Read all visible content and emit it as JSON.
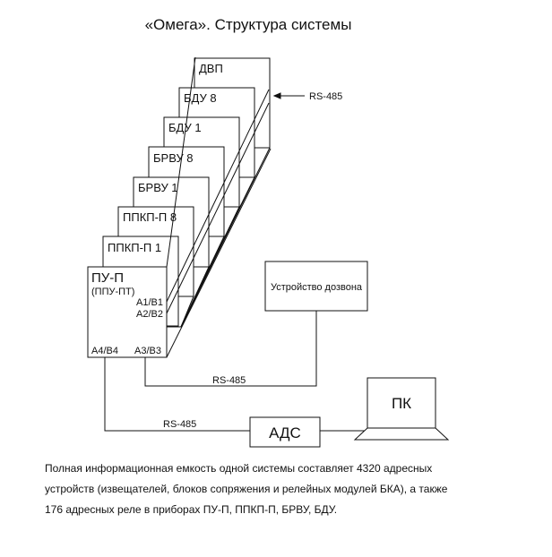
{
  "title": "«Омега». Структура  системы",
  "boxes": {
    "dvp": "ДВП",
    "bdu8": "БДУ 8",
    "bdu1": "БДУ 1",
    "brvu8": "БРВУ 8",
    "brvu1": "БРВУ 1",
    "ppkp8": "ППКП-П 8",
    "ppkp1": "ППКП-П 1",
    "pu_main": "ПУ-П",
    "pu_sub": "(ППУ-ПТ)"
  },
  "ports": {
    "a1b1": "А1/В1",
    "a2b2": "А2/В2",
    "a4b4": "А4/В4",
    "a3b3": "А3/В3"
  },
  "bus_labels": {
    "top": "RS-485",
    "middle": "RS-485",
    "bottom": "RS-485"
  },
  "devices": {
    "dialer": "Устройство дозвона",
    "ads": "АДС",
    "pc": "ПК"
  },
  "description": [
    "Полная информационная  емкость одной системы составляет 4320 адресных",
    "устройств (извещателей, блоков сопряжения  и  релейных модулей БКА), а также",
    "176 адресных реле в приборах ПУ-П, ППКП-П, БРВУ, БДУ."
  ]
}
